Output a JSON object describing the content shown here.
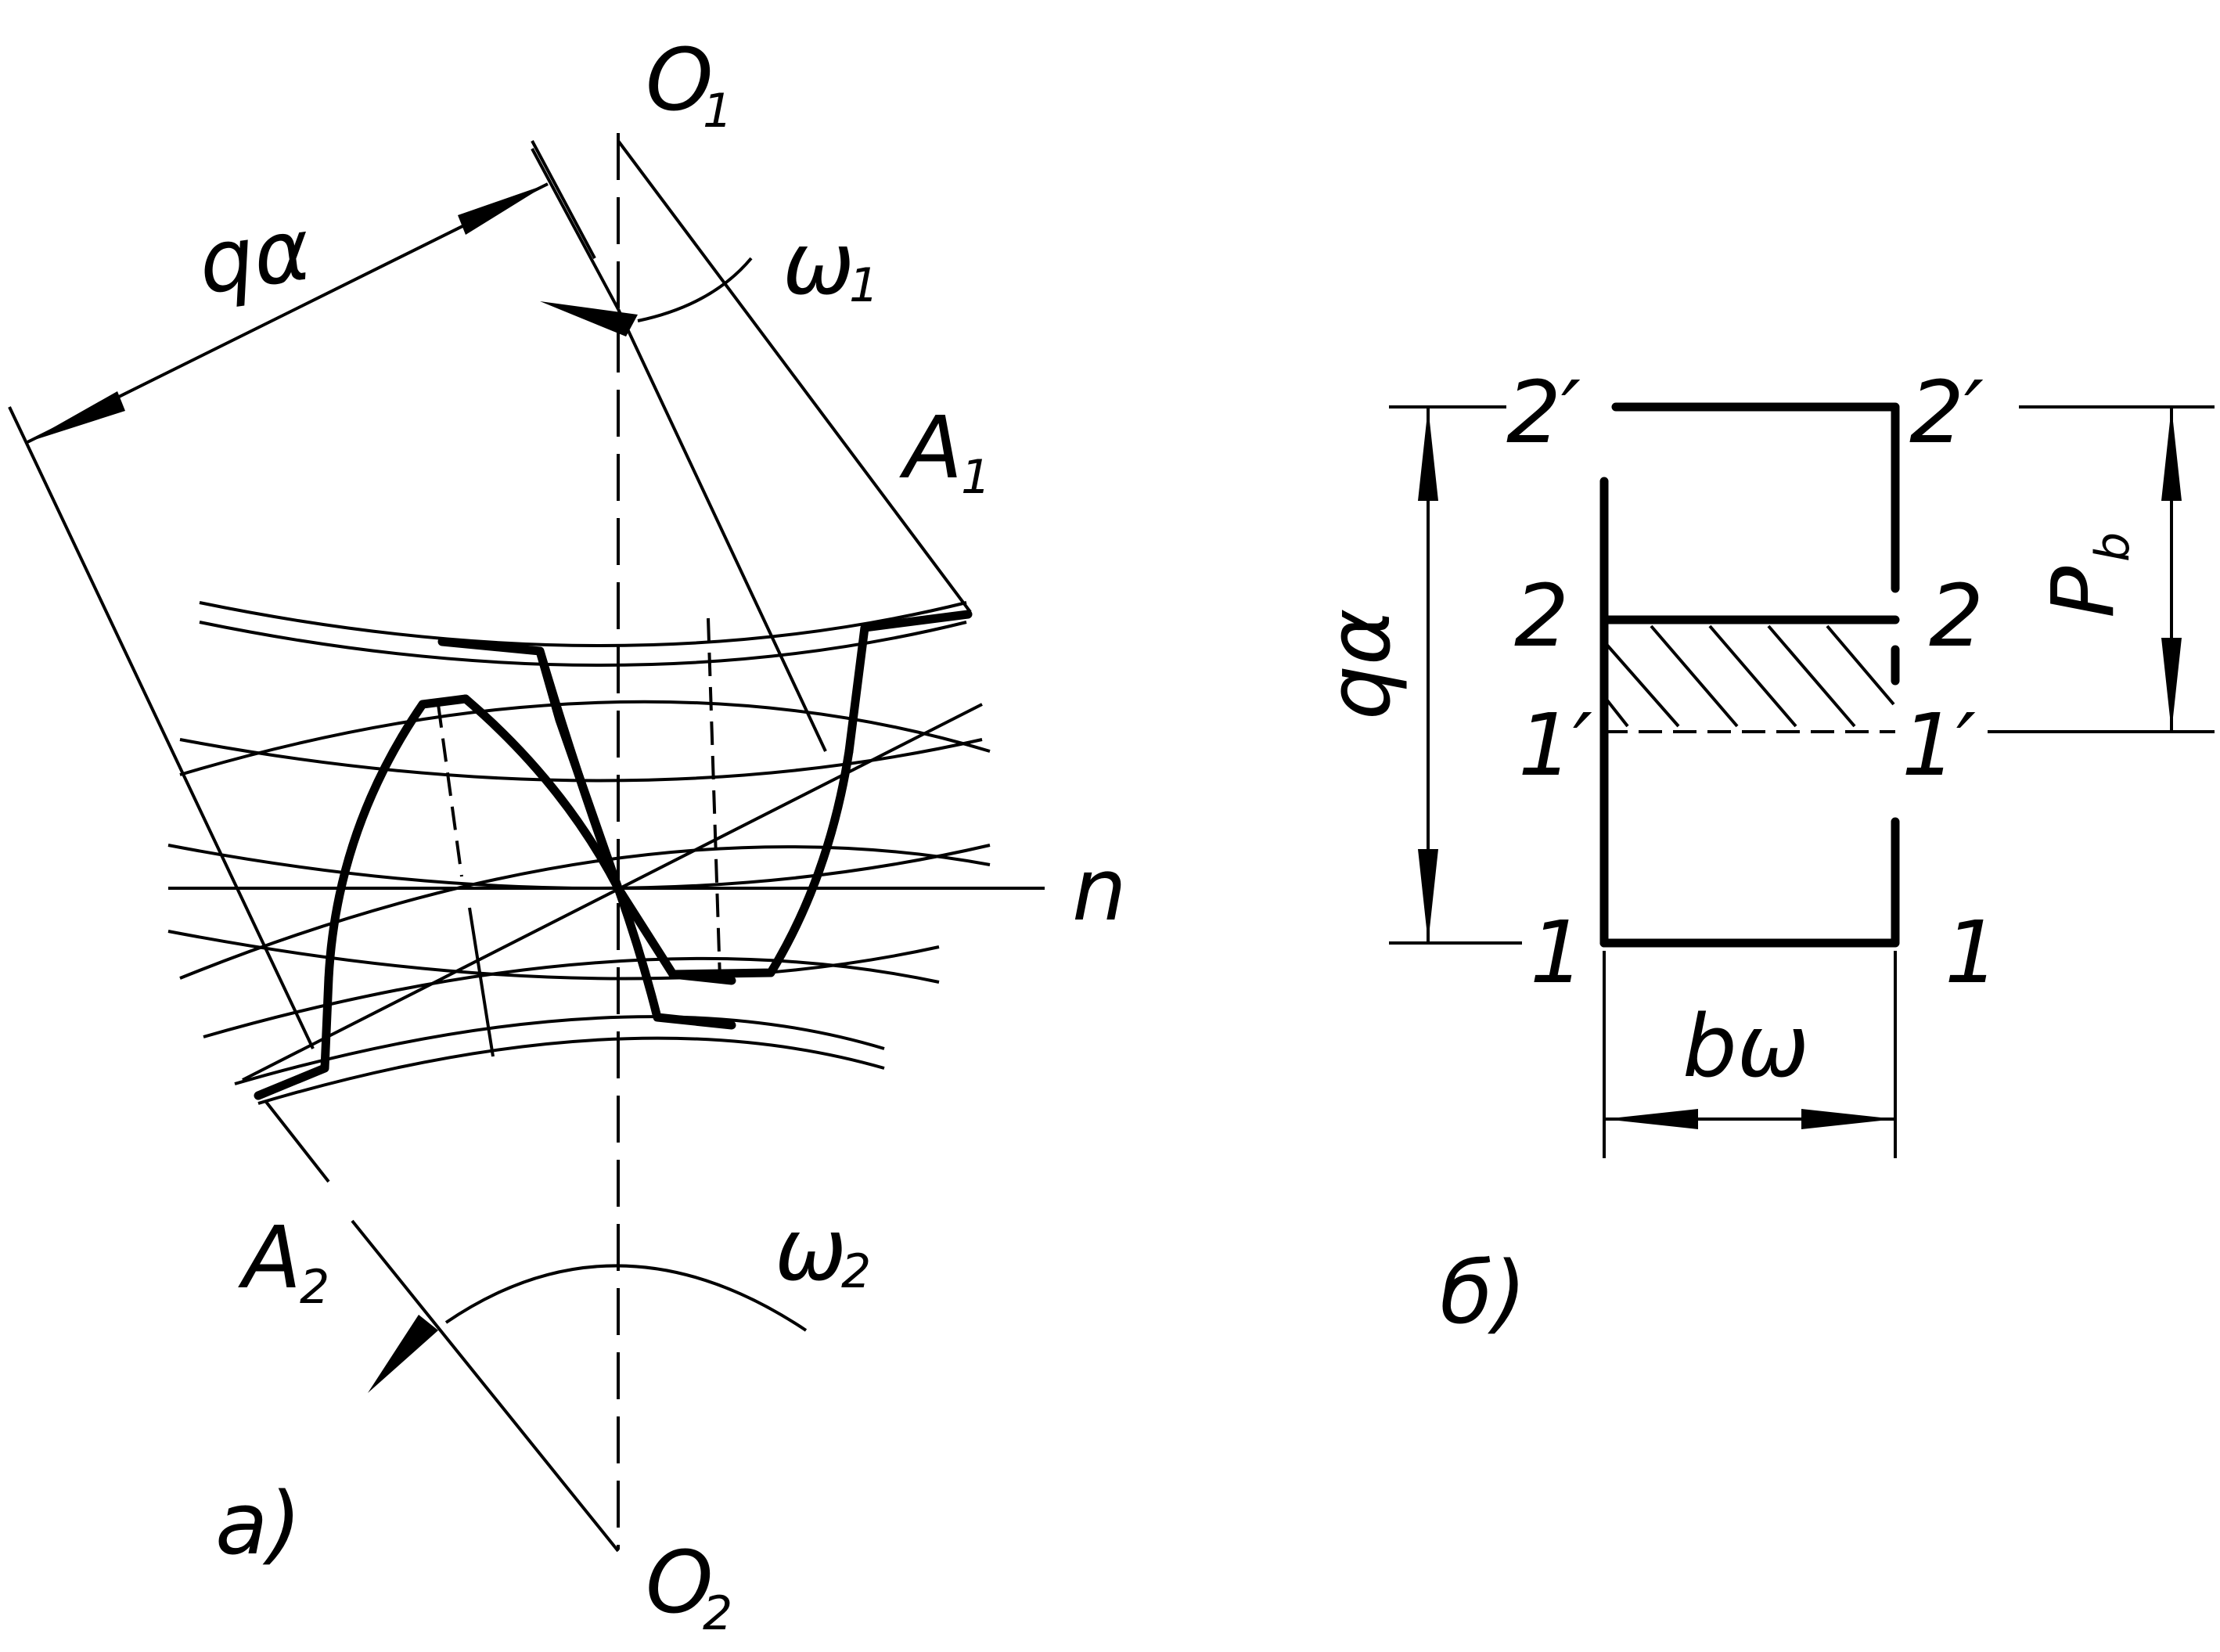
{
  "panel_a": {
    "center_top": "O",
    "center_top_sub": "1",
    "center_bottom": "O",
    "center_bottom_sub": "2",
    "omega1": "ω",
    "omega1_sub": "1",
    "omega2": "ω",
    "omega2_sub": "2",
    "point_a1": "A",
    "point_a1_sub": "1",
    "point_a2": "A",
    "point_a2_sub": "2",
    "line_label": "n",
    "contact_length": "qα",
    "caption": "а)"
  },
  "panel_b": {
    "top_left": "2′",
    "top_right": "2′",
    "mid_left": "2",
    "mid_right": "2",
    "low_left": "1′",
    "low_right": "1′",
    "bottom_left": "1",
    "bottom_right": "1",
    "contact_length": "qα",
    "base_pitch": "P",
    "base_pitch_sub": "b",
    "face_width": "bω",
    "caption": "б)"
  }
}
